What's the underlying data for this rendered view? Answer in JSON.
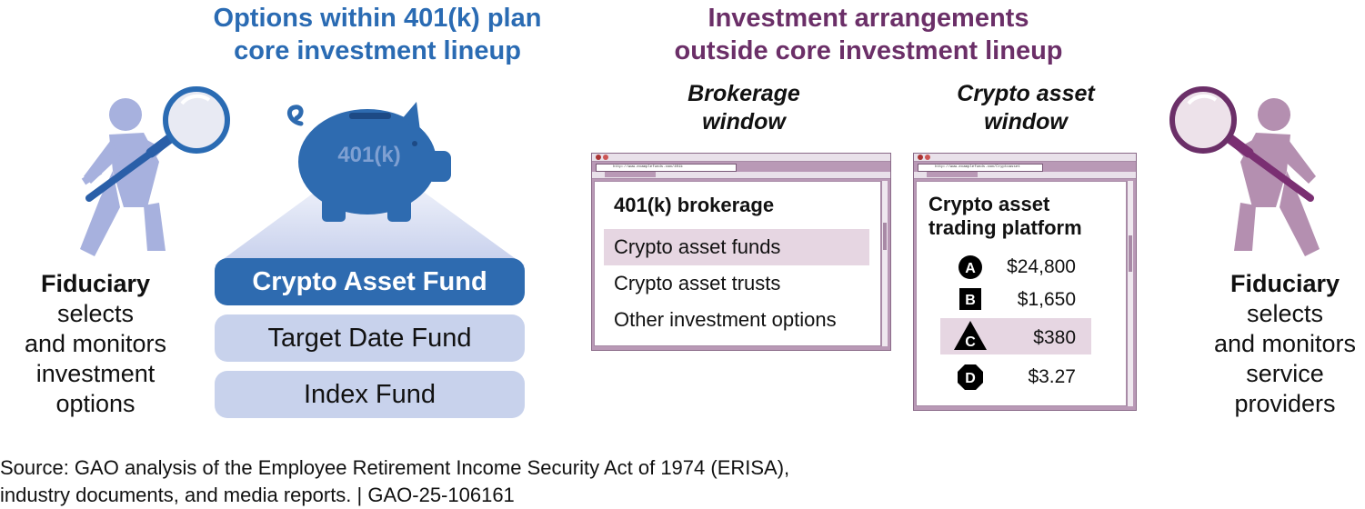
{
  "left_section": {
    "title_line1": "Options within 401(k) plan",
    "title_line2": "core investment lineup",
    "piggy_label": "401(k)",
    "funds": [
      "Crypto Asset Fund",
      "Target Date Fund",
      "Index Fund"
    ],
    "fiduciary": {
      "title": "Fiduciary",
      "lines": [
        "selects",
        "and monitors",
        "investment",
        "options"
      ]
    }
  },
  "right_section": {
    "title_line1": "Investment arrangements",
    "title_line2": "outside core investment lineup",
    "brokerage": {
      "subtitle_line1": "Brokerage",
      "subtitle_line2": "window",
      "url": "http://www.examplefunds.com/401k",
      "heading": "401(k) brokerage",
      "items": [
        "Crypto asset funds",
        "Crypto asset trusts",
        "Other investment options"
      ]
    },
    "crypto": {
      "subtitle_line1": "Crypto asset",
      "subtitle_line2": "window",
      "url": "http://www.examplefunds.com/Cryptoasset",
      "heading_line1": "Crypto asset",
      "heading_line2": "trading platform",
      "assets": [
        {
          "symbol": "A",
          "price": "$24,800"
        },
        {
          "symbol": "B",
          "price": "$1,650"
        },
        {
          "symbol": "C",
          "price": "$380"
        },
        {
          "symbol": "D",
          "price": "$3.27"
        }
      ]
    },
    "fiduciary": {
      "title": "Fiduciary",
      "lines": [
        "selects",
        "and monitors",
        "service",
        "providers"
      ]
    }
  },
  "source": {
    "line1": "Source: GAO analysis of the Employee Retirement Income Security Act of 1974 (ERISA),",
    "line2": "industry documents, and media reports.  |  GAO-25-106161"
  },
  "colors": {
    "blue_heading": "#2a6bb3",
    "purple_heading": "#6b2f68",
    "fund_core": "#2e6bb0",
    "fund_alt": "#c8d2ec",
    "person_left": "#a7b1de",
    "person_right": "#b48fb0",
    "highlight": "#e6d6e2"
  },
  "icons": [
    "magnifier-icon",
    "piggy-bank-icon",
    "person-icon",
    "circle-symbol-icon",
    "square-symbol-icon",
    "triangle-symbol-icon",
    "octagon-symbol-icon"
  ]
}
